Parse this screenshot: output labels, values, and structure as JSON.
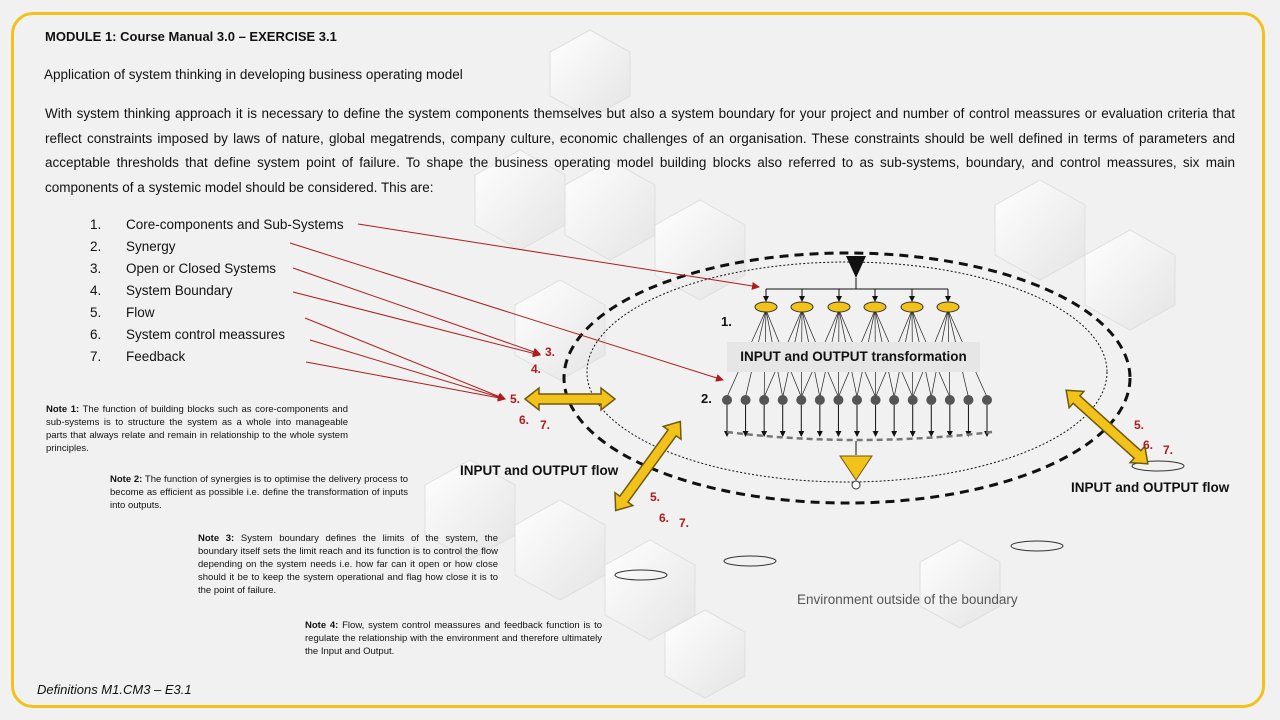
{
  "title": "MODULE 1: Course Manual 3.0 – EXERCISE 3.1",
  "subtitle": "Application of system thinking in developing business operating model",
  "intro": "With system thinking approach it is necessary to define the system components themselves but also a system boundary for your project and number of control meassures or evaluation criteria that reflect constraints imposed by laws of nature, global megatrends, company culture, economic challenges of an organisation. These constraints should be well defined in terms of parameters and acceptable thresholds that define system point of failure. To shape the business operating model building blocks also referred to as sub-systems, boundary, and control meassures, six main components of a systemic model should be considered. This are:",
  "list": [
    {
      "num": "1.",
      "label": "Core-components and Sub-Systems"
    },
    {
      "num": "2.",
      "label": "Synergy"
    },
    {
      "num": "3.",
      "label": "Open or Closed Systems"
    },
    {
      "num": "4.",
      "label": "System Boundary"
    },
    {
      "num": "5.",
      "label": "Flow"
    },
    {
      "num": "6.",
      "label": "System control meassures"
    },
    {
      "num": "7.",
      "label": "Feedback"
    }
  ],
  "notes": [
    {
      "head": "Note 1:",
      "text": "The function of building blocks such as core-components and sub-systems is to structure the system as a whole into manageable parts that always relate and remain in relationship to the whole system principles."
    },
    {
      "head": "Note 2:",
      "text": "The function of synergies is to optimise the delivery process to become as efficient as possible i.e. define the transformation of inputs into outputs."
    },
    {
      "head": "Note 3:",
      "text": "System boundary defines the limits of the system, the boundary itself sets the limit reach and its function is to control the flow depending on the system needs i.e. how far can it open or how close should it be to keep the system operational and flag how close it is to the point of failure."
    },
    {
      "head": "Note 4:",
      "text": "Flow, system control meassures and feedback function is to regulate the relationship with the environment and therefore ultimately the Input and Output."
    }
  ],
  "diagram": {
    "transformation_label": "INPUT and OUTPUT transformation",
    "label_1": "1.",
    "label_2": "2.",
    "flow_label_left": "INPUT and OUTPUT flow",
    "flow_label_right": "INPUT and OUTPUT flow",
    "environment_label": "Environment outside of the boundary",
    "red_labels": {
      "a3": "3.",
      "a4": "4.",
      "a5": "5.",
      "a6": "6.",
      "a7": "7.",
      "b5": "5.",
      "b6": "6.",
      "b7": "7.",
      "c5": "5.",
      "c6": "6.",
      "c7": "7."
    },
    "colors": {
      "accent": "#f2c21b",
      "arrow_red": "#b01c1c",
      "node_gray": "#555555"
    }
  },
  "footer": "Definitions M1.CM3 – E3.1"
}
